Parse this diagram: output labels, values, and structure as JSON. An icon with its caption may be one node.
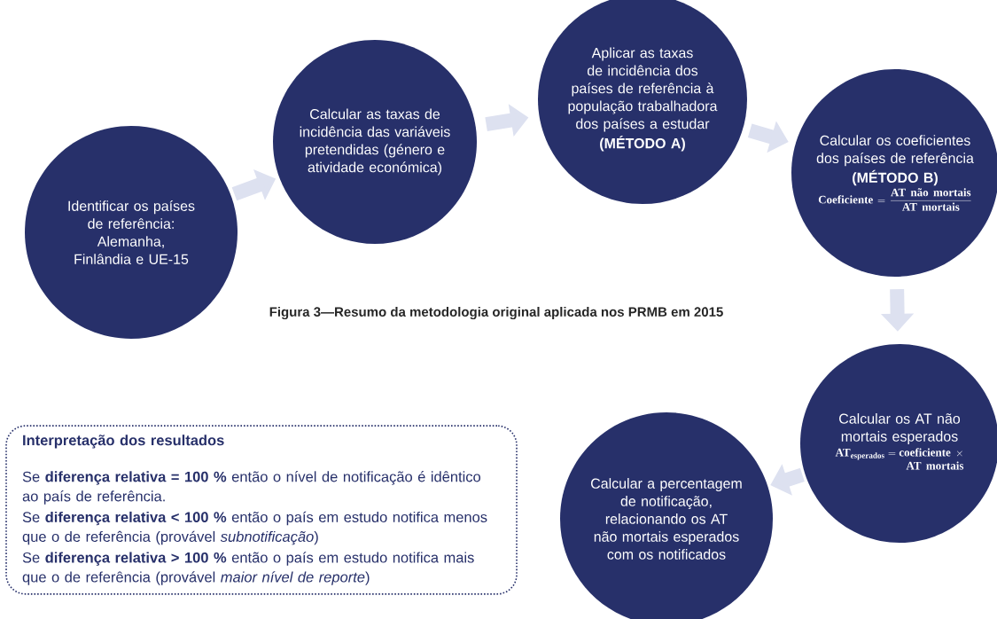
{
  "diagram": {
    "caption": "Figura 3—Resumo da metodologia original aplicada nos PRMB em 2015",
    "nodes": [
      {
        "text": [
          "Identificar os países de referência: Alemanha, Finlândia e UE-15"
        ]
      },
      {
        "text": [
          "Calcular as taxas de incidência das variáveis pretendidas (género e atividade económica)"
        ]
      },
      {
        "text": [
          "Aplicar as taxas de incidência dos países de referência à população trabalhadora dos países a estudar",
          "(MÉTODO A)"
        ]
      },
      {
        "text": [
          "Calcular os coeficientes dos países de referência",
          "(MÉTODO B)",
          "\\text{Coeficiente} = \\frac{\\text{AT não mortais}}{\\text{AT mortais}}"
        ]
      },
      {
        "text": [
          "Calcular os AT não mortais esperados",
          "\\begin{array}{r}\\text{AT}_{\\text{esperados}} = \\text{coeficiente}\\ \\times\\\\ \\text{AT mortais}\\end{array}"
        ]
      },
      {
        "text": [
          "Calcular a percentagem de notificação, relacionando os AT não mortais esperados com os notificados"
        ]
      },
      {
        "text": [
          "Interpretação dos resultados",
          "Se **diferença relativa = 100 %** então o nível de notificação é idêntico ao país de referência.",
          "Se **diferença relativa < 100 %** então o país em estudo notifica menos que o de referência (provável *subnotificação*)",
          "Se **diferença relativa > 100 %** então o país em estudo notifica mais que o de referência (provável *maior nível de reporte*)"
        ]
      }
    ],
    "edges": [
      {
        "from": 0,
        "to": 1,
        "arrow": "to"
      },
      {
        "from": 1,
        "to": 2,
        "arrow": "to"
      },
      {
        "from": 2,
        "to": 3,
        "arrow": "to"
      },
      {
        "from": 3,
        "to": 4,
        "arrow": "to"
      },
      {
        "from": 4,
        "to": 5,
        "arrow": "to"
      }
    ]
  }
}
